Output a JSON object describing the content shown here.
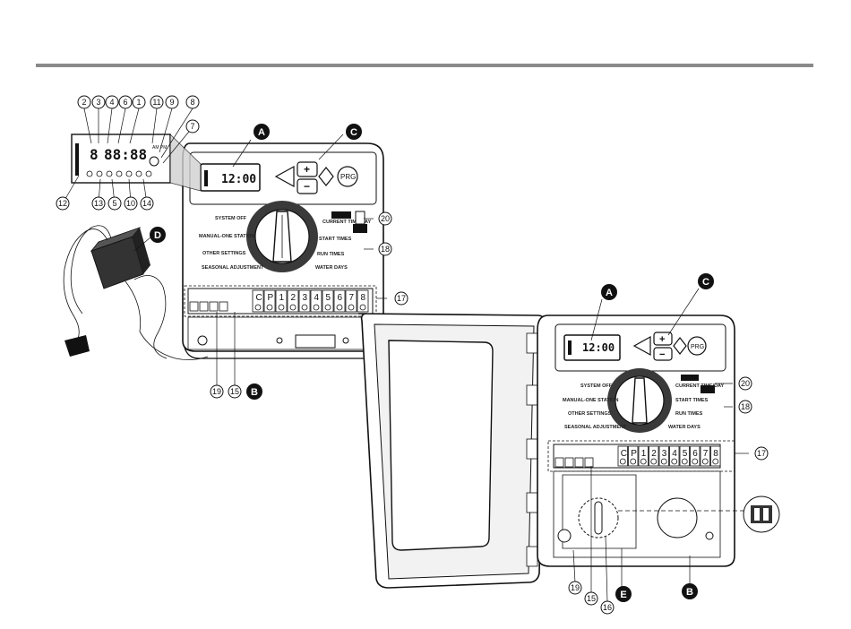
{
  "callouts_numbered": [
    "1",
    "2",
    "3",
    "4",
    "5",
    "6",
    "7",
    "8",
    "9",
    "10",
    "11",
    "12",
    "13",
    "14",
    "15",
    "16",
    "17",
    "18",
    "19",
    "20"
  ],
  "callouts_letter": [
    "A",
    "B",
    "C",
    "D",
    "E"
  ],
  "display": {
    "time": "12:00",
    "big_digits": "88:88",
    "am_pm": "AM PM",
    "small_digits": "8"
  },
  "dial": {
    "system_off": "SYSTEM OFF",
    "manual_one_station": "MANUAL-ONE STATION",
    "other_settings": "OTHER SETTINGS",
    "seasonal_adjustment": "SEASONAL ADJUSTMENT",
    "current_time_day": "CURRENT TIME/DAY",
    "start_times": "START TIMES",
    "run_times": "RUN TIMES",
    "water_days": "WATER DAYS"
  },
  "buttons": {
    "prg": "PRG",
    "plus": "+",
    "minus": "−"
  },
  "terminals": [
    "C",
    "P",
    "1",
    "2",
    "3",
    "4",
    "5",
    "6",
    "7",
    "8"
  ],
  "colors": {
    "rule": "#8a8a8a",
    "ink": "#111111",
    "panel": "#f2f2f2",
    "dial_ring": "#3a3a3a"
  }
}
